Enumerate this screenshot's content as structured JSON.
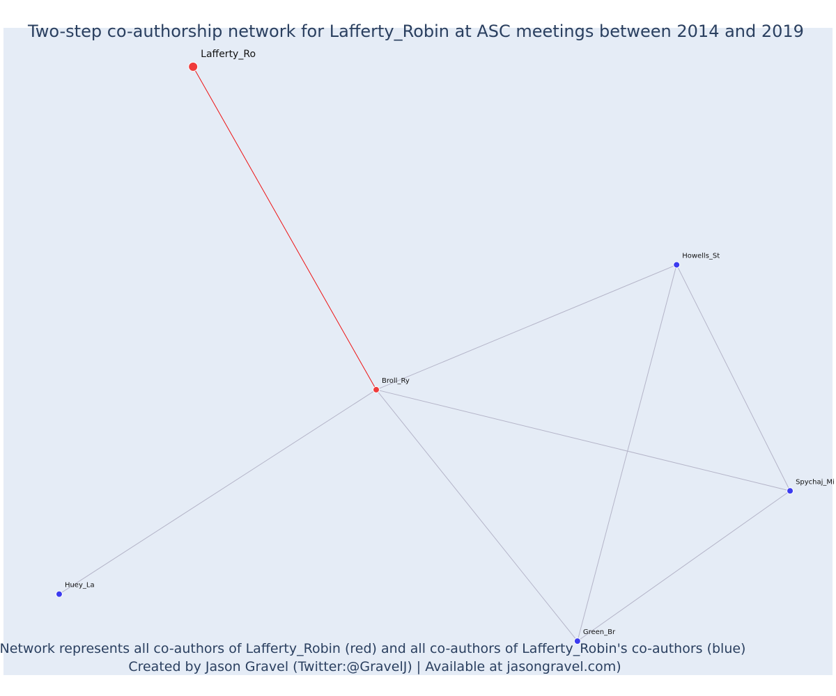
{
  "title": "Two-step co-authorship network for Lafferty_Robin at ASC meetings between 2014 and 2019",
  "caption": {
    "line1": "Network represents all co-authors of Lafferty_Robin (red) and all co-authors of Lafferty_Robin's co-authors (blue)",
    "line2": "Created by Jason Gravel (Twitter:@GravelJ) | Available at jasongravel.com)"
  },
  "colors": {
    "plot_background": "#e5ecf6",
    "text": "#2a3f5f",
    "red_node": "#ef3b3b",
    "blue_node": "#3b3bef",
    "red_edge": "#ee1111",
    "gray_edge": "#b4b4c8"
  },
  "chart_data": {
    "type": "network",
    "nodes": [
      {
        "id": "lafferty",
        "label": "Lafferty_Ro",
        "group": "focal",
        "x": 0.2217,
        "y": 0.999
      },
      {
        "id": "broll",
        "label": "Broll_Ry",
        "group": "red",
        "x": 0.4483,
        "y": 0.4344
      },
      {
        "id": "howells",
        "label": "Howells_St",
        "group": "blue",
        "x": 0.82,
        "y": 0.6527
      },
      {
        "id": "spychaj",
        "label": "Spychaj_Mi",
        "group": "blue",
        "x": 0.9604,
        "y": 0.2576
      },
      {
        "id": "huey",
        "label": "Huey_La",
        "group": "blue",
        "x": 0.056,
        "y": 0.0771
      },
      {
        "id": "green",
        "label": "Green_Br",
        "group": "blue",
        "x": 0.6973,
        "y": -0.005
      }
    ],
    "edges": [
      {
        "source": "lafferty",
        "target": "broll",
        "color": "red"
      },
      {
        "source": "broll",
        "target": "howells",
        "color": "gray"
      },
      {
        "source": "broll",
        "target": "spychaj",
        "color": "gray"
      },
      {
        "source": "broll",
        "target": "huey",
        "color": "gray"
      },
      {
        "source": "broll",
        "target": "green",
        "color": "gray"
      },
      {
        "source": "howells",
        "target": "spychaj",
        "color": "gray"
      },
      {
        "source": "howells",
        "target": "green",
        "color": "gray"
      },
      {
        "source": "spychaj",
        "target": "green",
        "color": "gray"
      }
    ]
  }
}
